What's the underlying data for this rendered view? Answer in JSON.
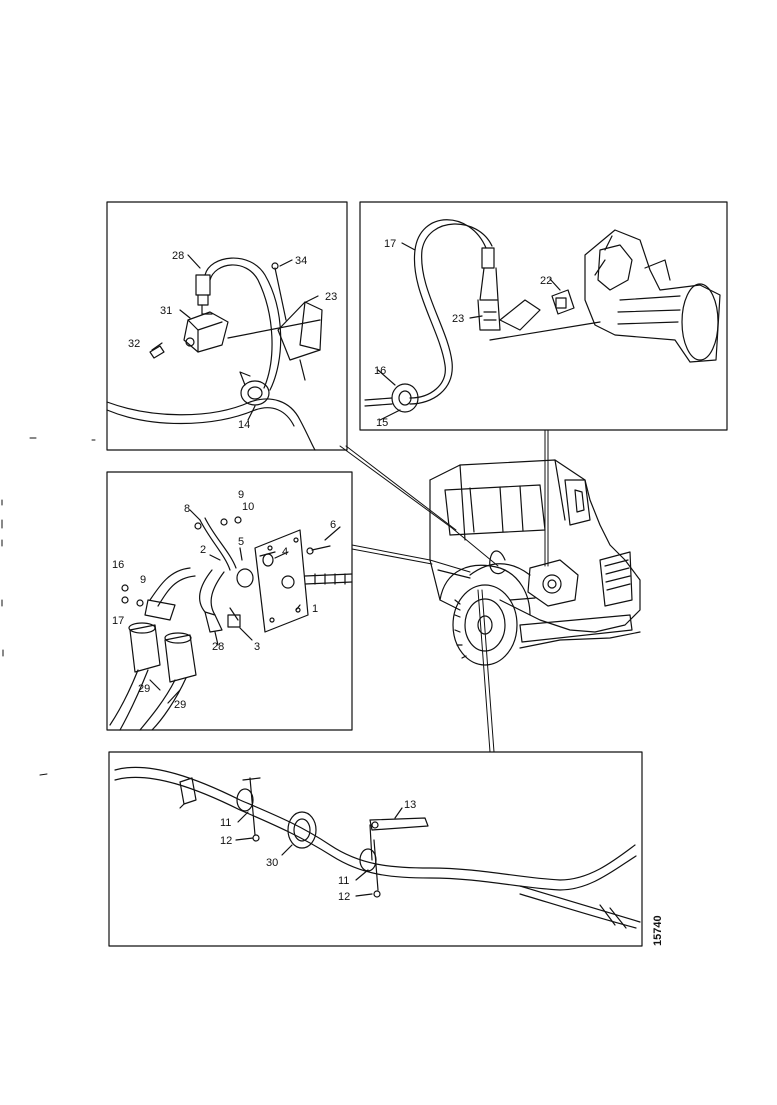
{
  "diagram": {
    "figure_number": "15740",
    "ink_color": "#111111",
    "paper_color": "#ffffff",
    "panels": {
      "top_left": {
        "callouts": [
          "28",
          "34",
          "31",
          "23",
          "32",
          "14"
        ]
      },
      "top_right": {
        "callouts": [
          "17",
          "22",
          "23",
          "16",
          "15"
        ]
      },
      "middle_left": {
        "callouts": [
          "8",
          "9",
          "10",
          "6",
          "2",
          "5",
          "4",
          "16",
          "9",
          "1",
          "17",
          "28",
          "3",
          "29",
          "29"
        ]
      },
      "bottom": {
        "callouts": [
          "13",
          "11",
          "12",
          "30",
          "11",
          "12"
        ]
      }
    }
  }
}
